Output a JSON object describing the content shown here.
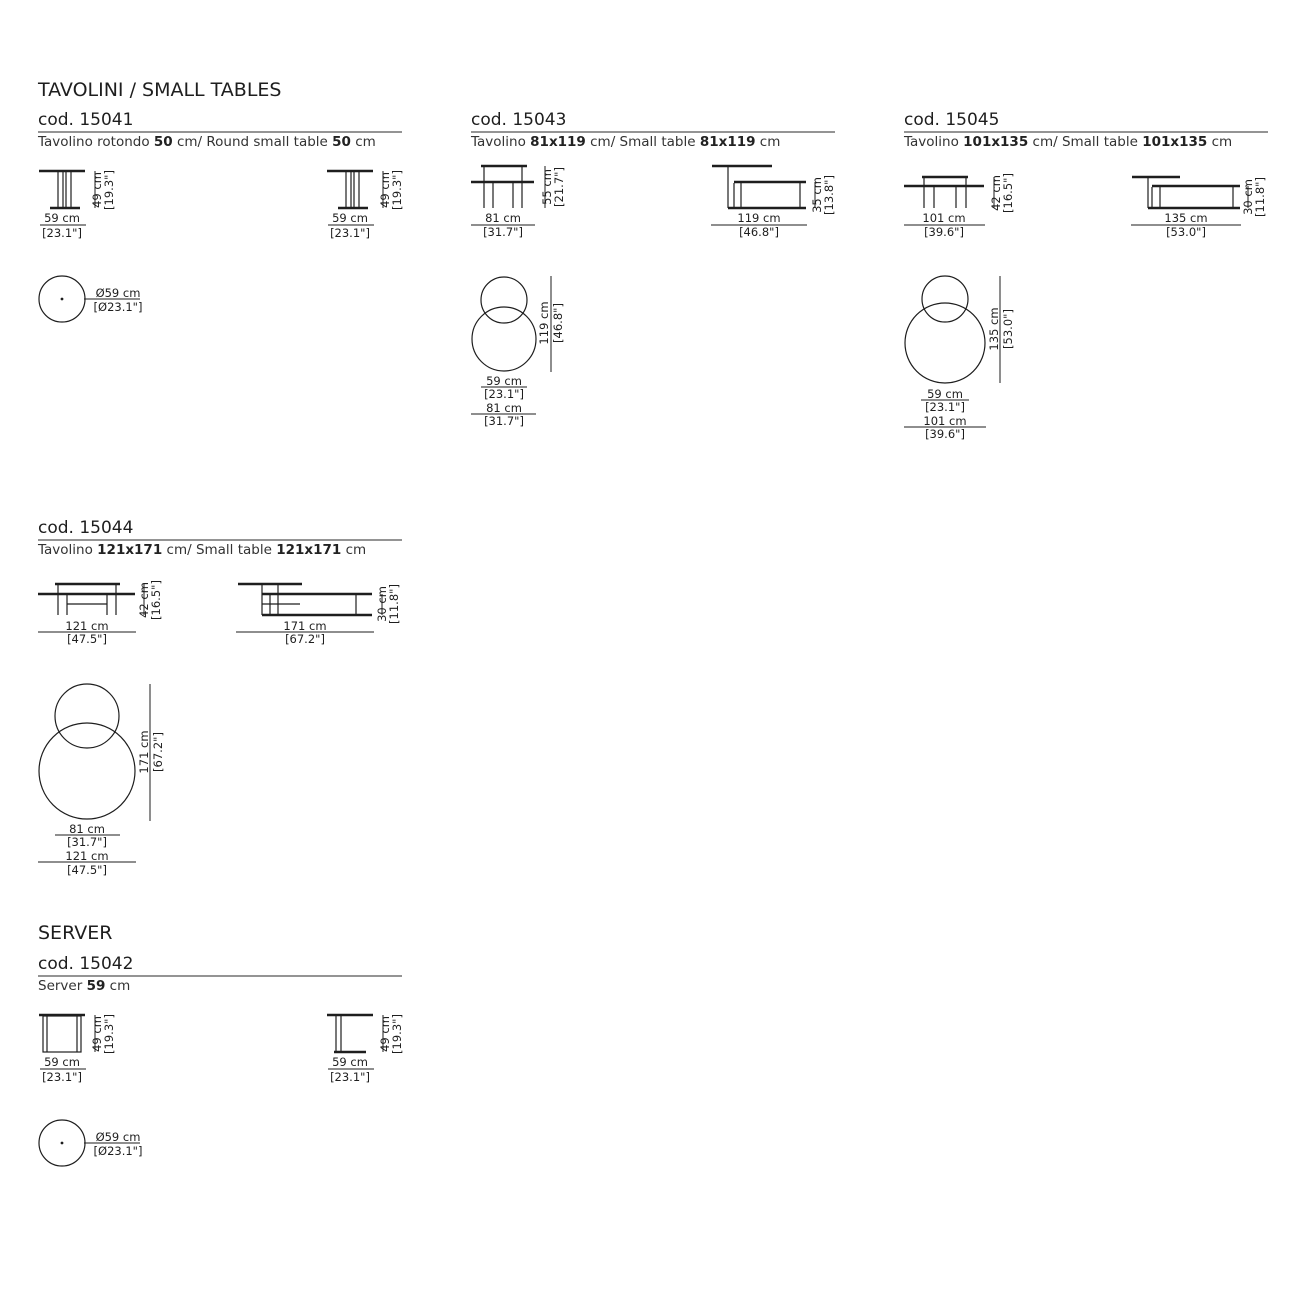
{
  "sections": {
    "small_tables": "TAVOLINI / SMALL TABLES",
    "server": "SERVER"
  },
  "products": [
    {
      "code": "cod. 15041",
      "desc_parts": [
        "Tavolino rotondo ",
        "50",
        " cm/ Round small table ",
        "50",
        " cm"
      ],
      "front_w": [
        "59 cm",
        "[23.1\"]"
      ],
      "front_h": [
        "49 cm",
        "[19.3\"]"
      ],
      "side_w": [
        "59 cm",
        "[23.1\"]"
      ],
      "side_h": [
        "49 cm",
        "[19.3\"]"
      ],
      "top_d": [
        "Ø59 cm",
        "[Ø23.1\"]"
      ]
    },
    {
      "code": "cod. 15043",
      "desc_parts": [
        "Tavolino ",
        "81x119",
        " cm/ Small table ",
        "81x119",
        " cm"
      ],
      "front_w": [
        "81 cm",
        "[31.7\"]"
      ],
      "front_h": [
        "55 cm",
        "[21.7\"]"
      ],
      "side_w": [
        "119 cm",
        "[46.8\"]"
      ],
      "side_h": [
        "35 cm",
        "[13.8\"]"
      ],
      "top_h": [
        "119 cm",
        "[46.8\"]"
      ],
      "top_w1": [
        "59 cm",
        "[23.1\"]"
      ],
      "top_w2": [
        "81 cm",
        "[31.7\"]"
      ]
    },
    {
      "code": "cod. 15045",
      "desc_parts": [
        "Tavolino ",
        "101x135",
        " cm/ Small table ",
        "101x135",
        " cm"
      ],
      "front_w": [
        "101 cm",
        "[39.6\"]"
      ],
      "front_h": [
        "42 cm",
        "[16.5\"]"
      ],
      "side_w": [
        "135 cm",
        "[53.0\"]"
      ],
      "side_h": [
        "30 cm",
        "[11.8\"]"
      ],
      "top_h": [
        "135 cm",
        "[53.0\"]"
      ],
      "top_w1": [
        "59 cm",
        "[23.1\"]"
      ],
      "top_w2": [
        "101 cm",
        "[39.6\"]"
      ]
    },
    {
      "code": "cod. 15044",
      "desc_parts": [
        "Tavolino ",
        "121x171",
        " cm/ Small table ",
        "121x171",
        " cm"
      ],
      "front_w": [
        "121 cm",
        "[47.5\"]"
      ],
      "front_h": [
        "42 cm",
        "[16.5\"]"
      ],
      "side_w": [
        "171 cm",
        "[67.2\"]"
      ],
      "side_h": [
        "30 cm",
        "[11.8\"]"
      ],
      "top_h": [
        "171 cm",
        "[67.2\"]"
      ],
      "top_w1": [
        "81 cm",
        "[31.7\"]"
      ],
      "top_w2": [
        "121 cm",
        "[47.5\"]"
      ]
    },
    {
      "code": "cod. 15042",
      "desc_parts": [
        "Server ",
        "59",
        " cm"
      ],
      "front_w": [
        "59 cm",
        "[23.1\"]"
      ],
      "front_h": [
        "49 cm",
        "[19.3\"]"
      ],
      "side_w": [
        "59 cm",
        "[23.1\"]"
      ],
      "side_h": [
        "49 cm",
        "[19.3\"]"
      ],
      "top_d": [
        "Ø59 cm",
        "[Ø23.1\"]"
      ]
    }
  ]
}
